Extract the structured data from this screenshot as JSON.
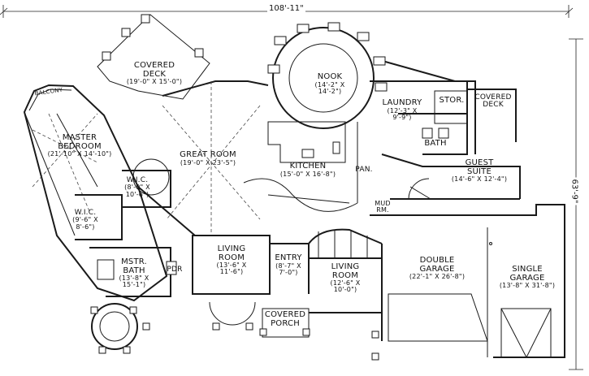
{
  "overall_width": "108'-11\"",
  "overall_depth": "63'-9\"",
  "rooms": {
    "covered_deck_rear": {
      "name_line1": "COVERED",
      "name_line2": "DECK",
      "size": "(19'-0\" X 15'-0\")"
    },
    "balcony": {
      "name": "BALCONY"
    },
    "master_bedroom": {
      "name_line1": "MASTER",
      "name_line2": "BEDROOM",
      "size": "(21'-10\" X 14'-10\")"
    },
    "nook": {
      "name": "NOOK",
      "size_line1": "(14'-2\" X",
      "size_line2": "14'-2\")"
    },
    "laundry": {
      "name": "LAUNDRY",
      "size_line1": "(12'-3\" X",
      "size_line2": "9'-9\")"
    },
    "stor": {
      "name": "STOR."
    },
    "covered_deck_side": {
      "name_line1": "COVERED",
      "name_line2": "DECK"
    },
    "bath": {
      "name": "BATH"
    },
    "great_room": {
      "name": "GREAT ROOM",
      "size": "(19'-0\" X 23'-5\")"
    },
    "kitchen": {
      "name": "KITCHEN",
      "size": "(15'-0\" X 16'-8\")"
    },
    "pan": {
      "name": "PAN."
    },
    "guest_suite": {
      "name_line1": "GUEST",
      "name_line2": "SUITE",
      "size": "(14'-6\" X 12'-4\")"
    },
    "wic_upper": {
      "name": "W.I.C.",
      "size_line1": "(8'-0\" X",
      "size_line2": "10'-6\")"
    },
    "wic_lower": {
      "name": "W.I.C.",
      "size_line1": "(9'-6\" X",
      "size_line2": "8'-6\")"
    },
    "mud_rm": {
      "name_line1": "MUD",
      "name_line2": "RM."
    },
    "mstr_bath": {
      "name_line1": "MSTR.",
      "name_line2": "BATH",
      "size_line1": "(13'-8\" X",
      "size_line2": "15'-1\")"
    },
    "living_room_left": {
      "name_line1": "LIVING",
      "name_line2": "ROOM",
      "size_line1": "(13'-6\" X",
      "size_line2": "11'-6\")"
    },
    "entry": {
      "name": "ENTRY",
      "size_line1": "(8'-7\" X",
      "size_line2": "7'-0\")"
    },
    "pdr": {
      "name": "PDR"
    },
    "living_room_right": {
      "name_line1": "LIVING",
      "name_line2": "ROOM",
      "size_line1": "(12'-6\" X",
      "size_line2": "10'-0\")"
    },
    "double_garage": {
      "name_line1": "DOUBLE",
      "name_line2": "GARAGE",
      "size": "(22'-1\" X 26'-8\")"
    },
    "single_garage": {
      "name_line1": "SINGLE",
      "name_line2": "GARAGE",
      "size": "(13'-8\" X 31'-8\")"
    },
    "covered_porch": {
      "name_line1": "COVERED",
      "name_line2": "PORCH"
    }
  }
}
